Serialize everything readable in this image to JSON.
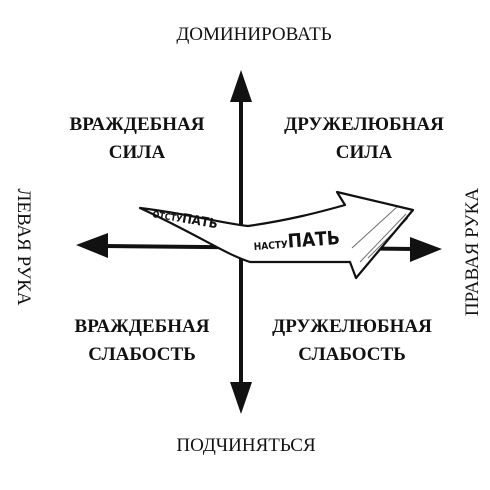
{
  "axes": {
    "top": "ДОМИНИРОВАТЬ",
    "bottom": "ПОДЧИНЯТЬСЯ",
    "left": "ЛЕВАЯ РУКА",
    "right": "ПРАВАЯ РУКА"
  },
  "quadrants": {
    "top_left": [
      "ВРАЖДЕБНАЯ",
      "СИЛА"
    ],
    "top_right": [
      "ДРУЖЕЛЮБНАЯ",
      "СИЛА"
    ],
    "bottom_left": [
      "ВРАЖДЕБНАЯ",
      "СЛАБОСТЬ"
    ],
    "bottom_right": [
      "ДРУЖЕЛЮБНАЯ",
      "СЛАБОСТЬ"
    ]
  },
  "arrow_labels": {
    "retreat_small": "ОТСТУ",
    "retreat_big": "ПАТЬ",
    "advance_small": "НАСТУ",
    "advance_big": "ПАТЬ"
  },
  "colors": {
    "ink": "#111111",
    "background": "#ffffff"
  }
}
